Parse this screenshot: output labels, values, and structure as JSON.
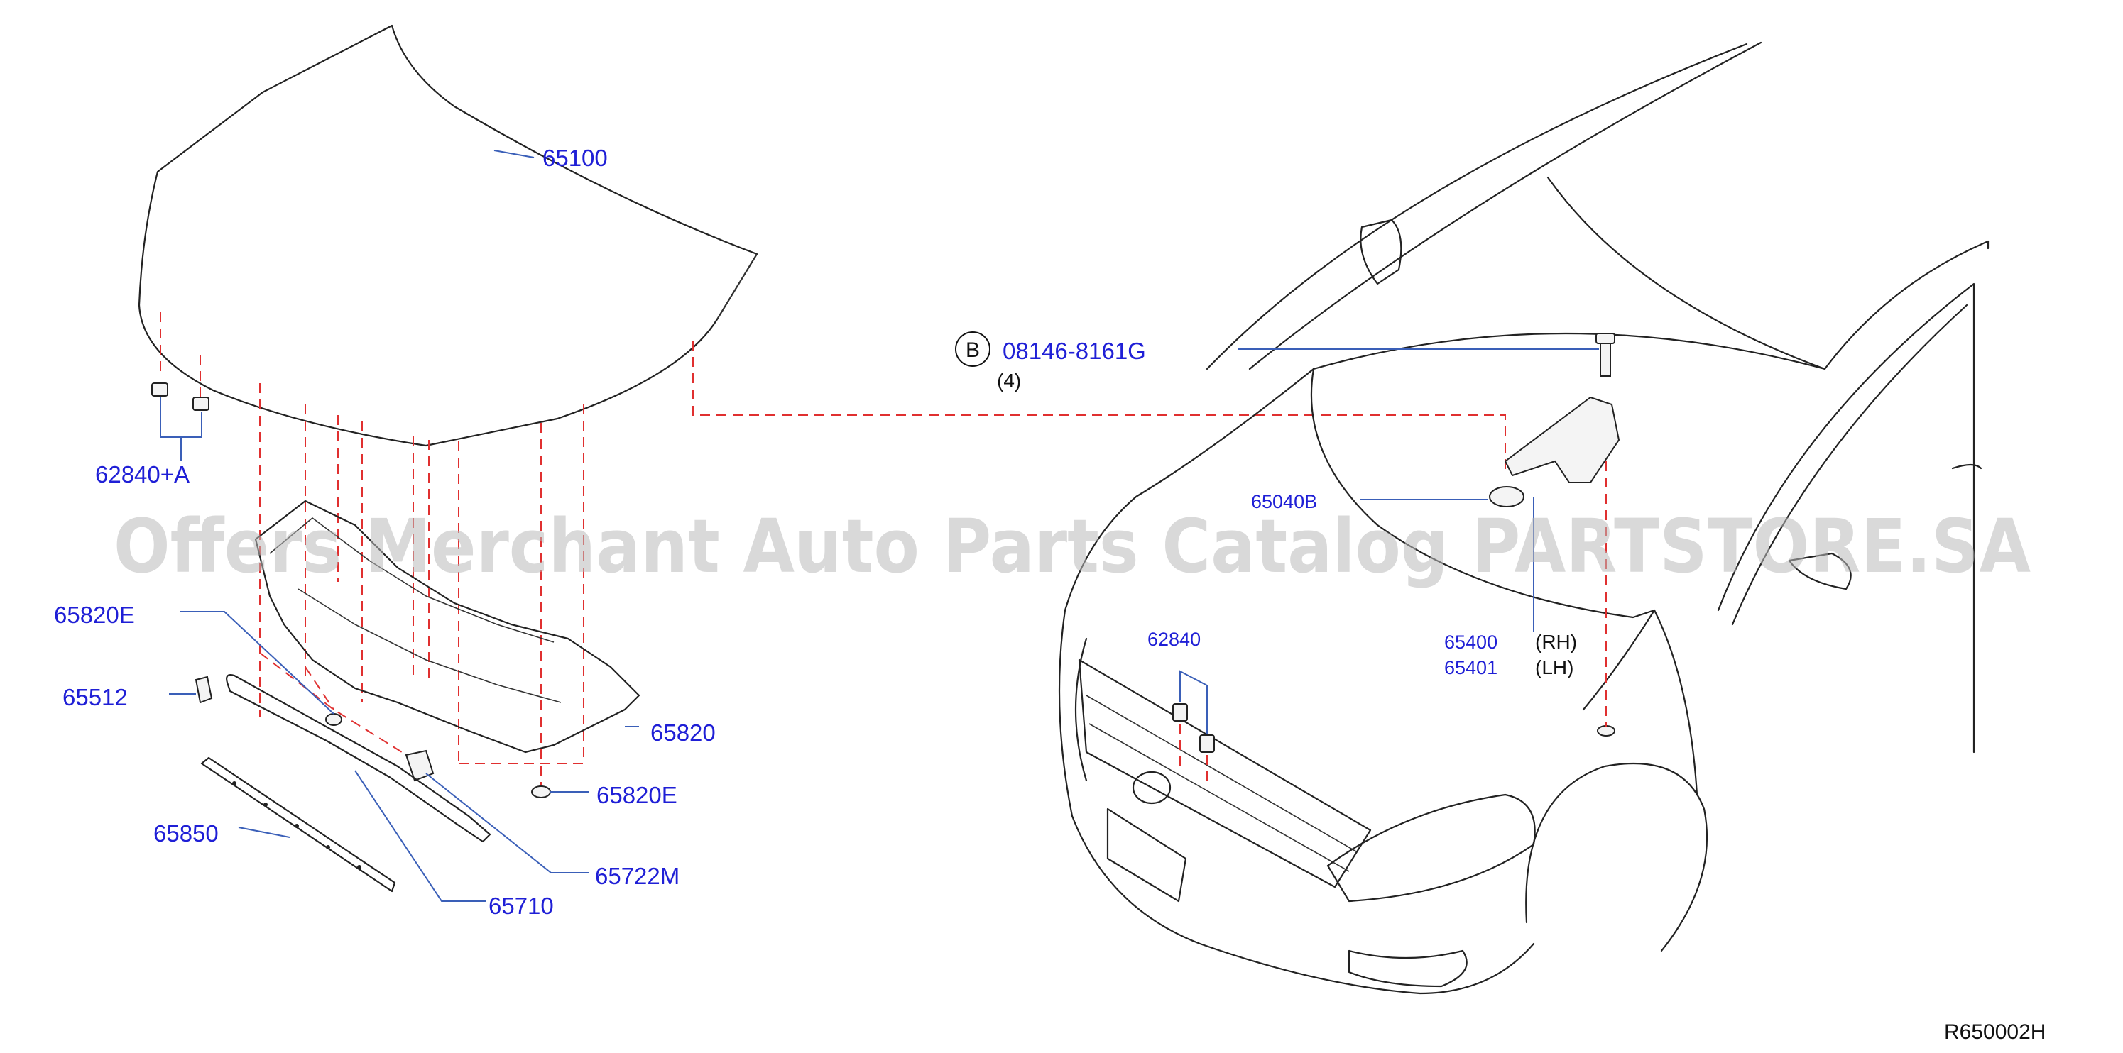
{
  "watermark": "Offers Merchant Auto Parts Catalog PARTSTORE.SA",
  "diagram_code": "R650002H",
  "bolt_marker": "B",
  "parts": {
    "hood": "65100",
    "hood_bumper": "62840+A",
    "hood_insulator": "65820",
    "insulator_clip_upper": "65820E",
    "insulator_clip_lower": "65820E",
    "hood_rod_holder": "65512",
    "hood_stay_rod": "65710",
    "hood_rod_clip": "65722M",
    "hood_seal": "65850",
    "hinge_bolt": "08146-8161G",
    "hinge_bolt_qty": "(4)",
    "grommet": "65040B",
    "body_bumper": "62840",
    "hinge_rh": "65400",
    "hinge_lh": "65401",
    "rh_label": "(RH)",
    "lh_label": "(LH)"
  },
  "colors": {
    "part_number": "#1f1fd6",
    "leader_line": "#3a5fb8",
    "dashed_guide": "#e03030",
    "outline": "#222222",
    "watermark": "#b9b9b9"
  }
}
